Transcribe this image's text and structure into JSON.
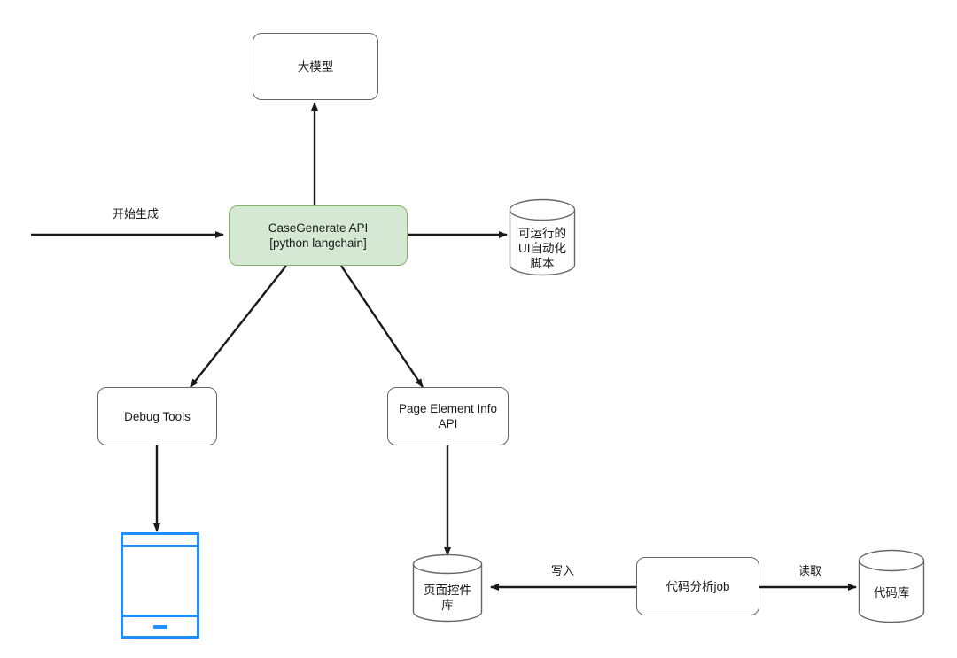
{
  "diagram": {
    "title": "CaseGenerate API Architecture Flow",
    "background_color": "#ffffff",
    "stroke_color": "#666666",
    "edge_color": "#1a1a1a",
    "accent_fill": "#d5e8d4",
    "accent_stroke": "#82b366",
    "device_color": "#1f8fff"
  },
  "nodes": {
    "llm": {
      "label": "大模型",
      "shape": "rounded-rect"
    },
    "casegenerate": {
      "label": "CaseGenerate API\n[python langchain]",
      "shape": "rounded-rect",
      "fill": "#d5e8d4",
      "stroke": "#82b366"
    },
    "script_store": {
      "label": "可运行的\nUI自动化\n脚本",
      "shape": "cylinder"
    },
    "debug_tools": {
      "label": "Debug Tools",
      "shape": "rounded-rect"
    },
    "page_element_api": {
      "label": "Page Element Info\nAPI",
      "shape": "rounded-rect"
    },
    "mobile_device": {
      "label": "",
      "shape": "device"
    },
    "widget_store": {
      "label": "页面控件\n库",
      "shape": "cylinder"
    },
    "code_analysis_job": {
      "label": "代码分析job",
      "shape": "rounded-rect"
    },
    "code_repo": {
      "label": "代码库",
      "shape": "cylinder"
    }
  },
  "edges": [
    {
      "id": "start-to-casegenerate",
      "from": "start",
      "to": "casegenerate",
      "label": "开始生成"
    },
    {
      "id": "casegenerate-to-llm",
      "from": "casegenerate",
      "to": "llm",
      "label": ""
    },
    {
      "id": "casegenerate-to-script-store",
      "from": "casegenerate",
      "to": "script_store",
      "label": ""
    },
    {
      "id": "casegenerate-to-debug-tools",
      "from": "casegenerate",
      "to": "debug_tools",
      "label": ""
    },
    {
      "id": "casegenerate-to-page-element-api",
      "from": "casegenerate",
      "to": "page_element_api",
      "label": ""
    },
    {
      "id": "debug-tools-to-device",
      "from": "debug_tools",
      "to": "mobile_device",
      "label": ""
    },
    {
      "id": "page-element-api-to-widget-store",
      "from": "page_element_api",
      "to": "widget_store",
      "label": ""
    },
    {
      "id": "code-analysis-job-to-widget-store",
      "from": "code_analysis_job",
      "to": "widget_store",
      "label": "写入"
    },
    {
      "id": "code-analysis-job-to-code-repo",
      "from": "code_analysis_job",
      "to": "code_repo",
      "label": "读取"
    }
  ],
  "edge_labels": {
    "start": "开始生成",
    "write": "写入",
    "read": "读取"
  }
}
